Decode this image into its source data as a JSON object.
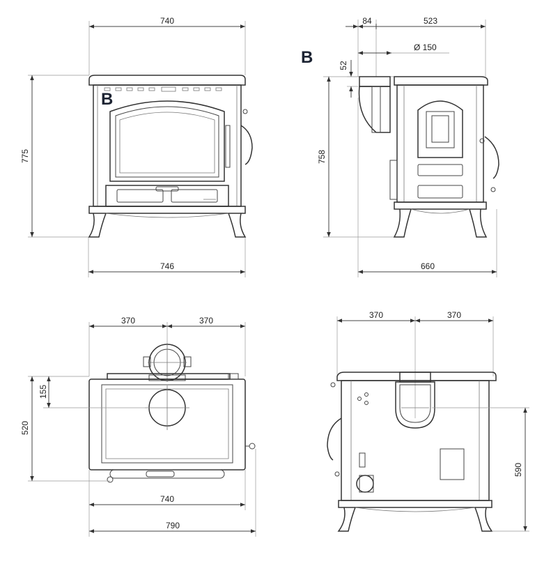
{
  "labels": {
    "front_marker": "B",
    "side_marker": "B"
  },
  "dimensions": {
    "front_top_width": "740",
    "front_bottom_width": "746",
    "front_height": "775",
    "side_offset": "84",
    "side_depth_top": "523",
    "flue_diameter": "Ø  150",
    "flue_height": "52",
    "side_height": "758",
    "side_depth_bottom": "660",
    "top_left_half": "370",
    "top_right_half": "370",
    "top_flue_offset": "155",
    "top_depth": "520",
    "top_width_inner": "740",
    "top_width_outer": "790",
    "rear_left_half": "370",
    "rear_right_half": "370",
    "rear_flue_height": "590"
  }
}
